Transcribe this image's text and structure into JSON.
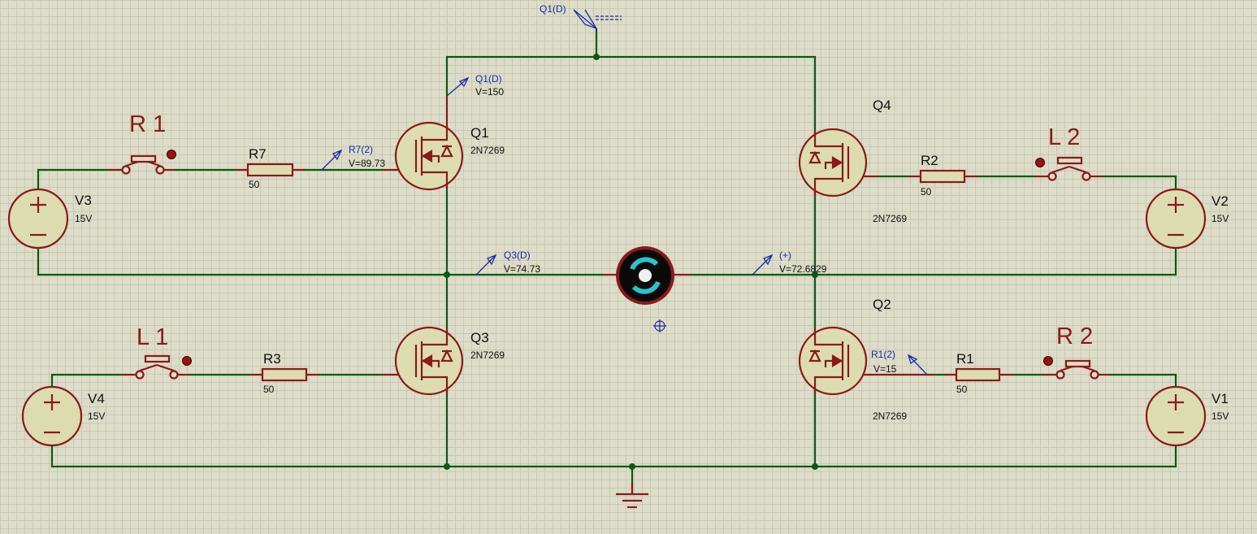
{
  "top_probe": {
    "label": "Q1(D)"
  },
  "switches": {
    "r1": "R 1",
    "l1": "L 1",
    "l2": "L 2",
    "r2": "R 2"
  },
  "sources": [
    {
      "name": "V3",
      "value": "15V"
    },
    {
      "name": "V4",
      "value": "15V"
    },
    {
      "name": "V2",
      "value": "15V"
    },
    {
      "name": "V1",
      "value": "15V"
    }
  ],
  "resistors": [
    {
      "name": "R7",
      "value": "50"
    },
    {
      "name": "R3",
      "value": "50"
    },
    {
      "name": "R2",
      "value": "50"
    },
    {
      "name": "R1",
      "value": "50"
    }
  ],
  "transistors": [
    {
      "name": "Q1",
      "model": "2N7269"
    },
    {
      "name": "Q3",
      "model": "2N7269"
    },
    {
      "name": "Q4",
      "model": "2N7269"
    },
    {
      "name": "Q2",
      "model": "2N7269"
    }
  ],
  "probes": {
    "q1d": {
      "label": "Q1(D)",
      "value": "V=150"
    },
    "r7": {
      "label": "R7(2)",
      "value": "V=89.73"
    },
    "q3d": {
      "label": "Q3(D)",
      "value": "V=74.73"
    },
    "plus": {
      "label": "(+)",
      "value": "V=72.6829"
    },
    "r1": {
      "label": "R1(2)",
      "value": "V=15"
    }
  },
  "colors": {
    "background": "#dcdcc8",
    "wire": "#0b5a12",
    "component": "#8a1a1a",
    "probe": "#1a2aa8",
    "motor_accent": "#2cc3c8"
  }
}
